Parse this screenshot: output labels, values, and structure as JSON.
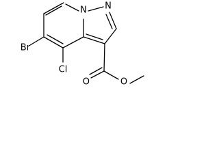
{
  "molecule": {
    "atoms": {
      "n_bridge": "N",
      "n_pyrazole": "N",
      "bromine": "Br",
      "chlorine": "Cl",
      "carbonyl_o": "O",
      "ester_o": "O"
    }
  }
}
